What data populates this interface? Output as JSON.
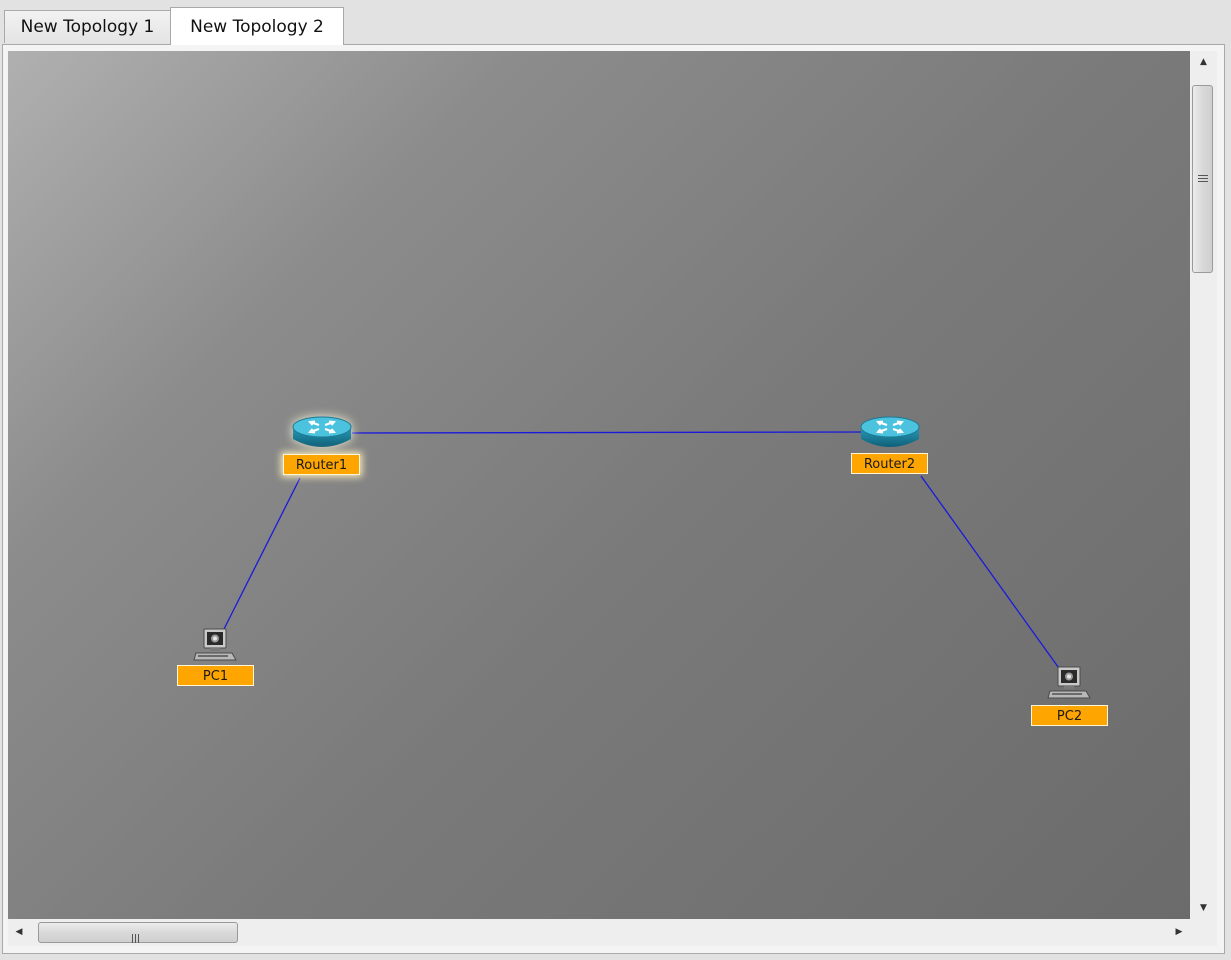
{
  "tabs": [
    {
      "label": "New Topology 1",
      "active": false
    },
    {
      "label": "New Topology 2",
      "active": true
    }
  ],
  "topology": {
    "devices": [
      {
        "id": "router1",
        "name": "Router1",
        "type": "router",
        "selected": true
      },
      {
        "id": "router2",
        "name": "Router2",
        "type": "router",
        "selected": false
      },
      {
        "id": "pc1",
        "name": "PC1",
        "type": "pc",
        "selected": false
      },
      {
        "id": "pc2",
        "name": "PC2",
        "type": "pc",
        "selected": false
      }
    ],
    "links": [
      {
        "from": "Router1",
        "to": "Router2"
      },
      {
        "from": "Router1",
        "to": "PC1"
      },
      {
        "from": "Router2",
        "to": "PC2"
      }
    ]
  },
  "colors": {
    "link": "#1a1adc",
    "label_background": "#ffa500"
  },
  "scrollbars": {
    "vertical_fraction": 0.15,
    "horizontal_fraction": 0.0
  }
}
